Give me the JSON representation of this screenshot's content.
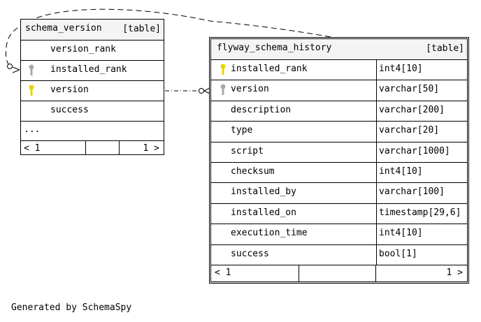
{
  "schema_version": {
    "name": "schema_version",
    "kind": "[table]",
    "columns": [
      {
        "name": "version_rank",
        "key": ""
      },
      {
        "name": "installed_rank",
        "key": "gray"
      },
      {
        "name": "version",
        "key": "gold"
      },
      {
        "name": "success",
        "key": ""
      }
    ],
    "more": "...",
    "footer_left": "< 1",
    "footer_right": "1 >"
  },
  "flyway": {
    "name": "flyway_schema_history",
    "kind": "[table]",
    "columns": [
      {
        "name": "installed_rank",
        "type": "int4[10]",
        "key": "gold"
      },
      {
        "name": "version",
        "type": "varchar[50]",
        "key": "gray"
      },
      {
        "name": "description",
        "type": "varchar[200]",
        "key": ""
      },
      {
        "name": "type",
        "type": "varchar[20]",
        "key": ""
      },
      {
        "name": "script",
        "type": "varchar[1000]",
        "key": ""
      },
      {
        "name": "checksum",
        "type": "int4[10]",
        "key": ""
      },
      {
        "name": "installed_by",
        "type": "varchar[100]",
        "key": ""
      },
      {
        "name": "installed_on",
        "type": "timestamp[29,6]",
        "key": ""
      },
      {
        "name": "execution_time",
        "type": "int4[10]",
        "key": ""
      },
      {
        "name": "success",
        "type": "bool[1]",
        "key": ""
      }
    ],
    "footer_left": "< 1",
    "footer_right": "1 >"
  },
  "colors": {
    "primary_key": "#e8d400",
    "foreign_key": "#aaaaaa"
  },
  "footer": "Generated by SchemaSpy"
}
